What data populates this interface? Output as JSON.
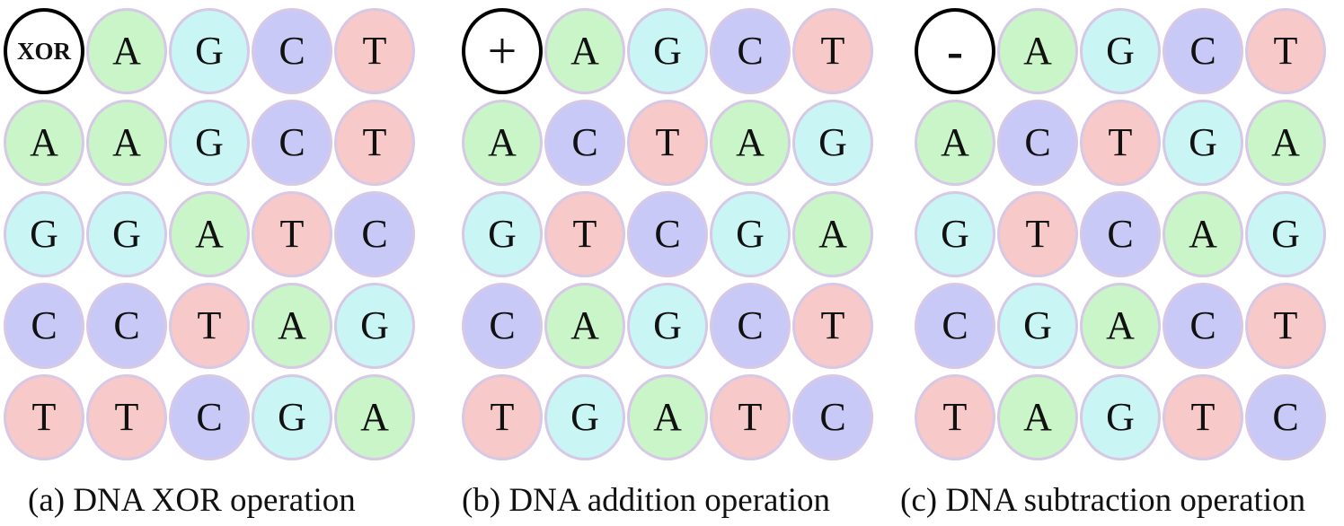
{
  "colors": {
    "A": "#c9f5c9",
    "G": "#c9f5f5",
    "C": "#c9c9f7",
    "T": "#f7c9c9",
    "op_border": "#000000",
    "cell_border": "#d7c8e6"
  },
  "tables": [
    {
      "operator": "XOR",
      "operator_class": "xor",
      "header": [
        "A",
        "G",
        "C",
        "T"
      ],
      "rows": [
        [
          "A",
          "A",
          "G",
          "C",
          "T"
        ],
        [
          "G",
          "G",
          "A",
          "T",
          "C"
        ],
        [
          "C",
          "C",
          "T",
          "A",
          "G"
        ],
        [
          "T",
          "T",
          "C",
          "G",
          "A"
        ]
      ],
      "caption": "(a) DNA XOR operation"
    },
    {
      "operator": "+",
      "operator_class": "plus",
      "header": [
        "A",
        "G",
        "C",
        "T"
      ],
      "rows": [
        [
          "A",
          "C",
          "T",
          "A",
          "G"
        ],
        [
          "G",
          "T",
          "C",
          "G",
          "A"
        ],
        [
          "C",
          "A",
          "G",
          "C",
          "T"
        ],
        [
          "T",
          "G",
          "A",
          "T",
          "C"
        ]
      ],
      "caption": "(b) DNA addition operation"
    },
    {
      "operator": "-",
      "operator_class": "minus",
      "header": [
        "A",
        "G",
        "C",
        "T"
      ],
      "rows": [
        [
          "A",
          "C",
          "T",
          "G",
          "A"
        ],
        [
          "G",
          "T",
          "C",
          "A",
          "G"
        ],
        [
          "C",
          "G",
          "A",
          "C",
          "T"
        ],
        [
          "T",
          "A",
          "G",
          "T",
          "C"
        ]
      ],
      "caption": "(c) DNA subtraction operation"
    }
  ]
}
